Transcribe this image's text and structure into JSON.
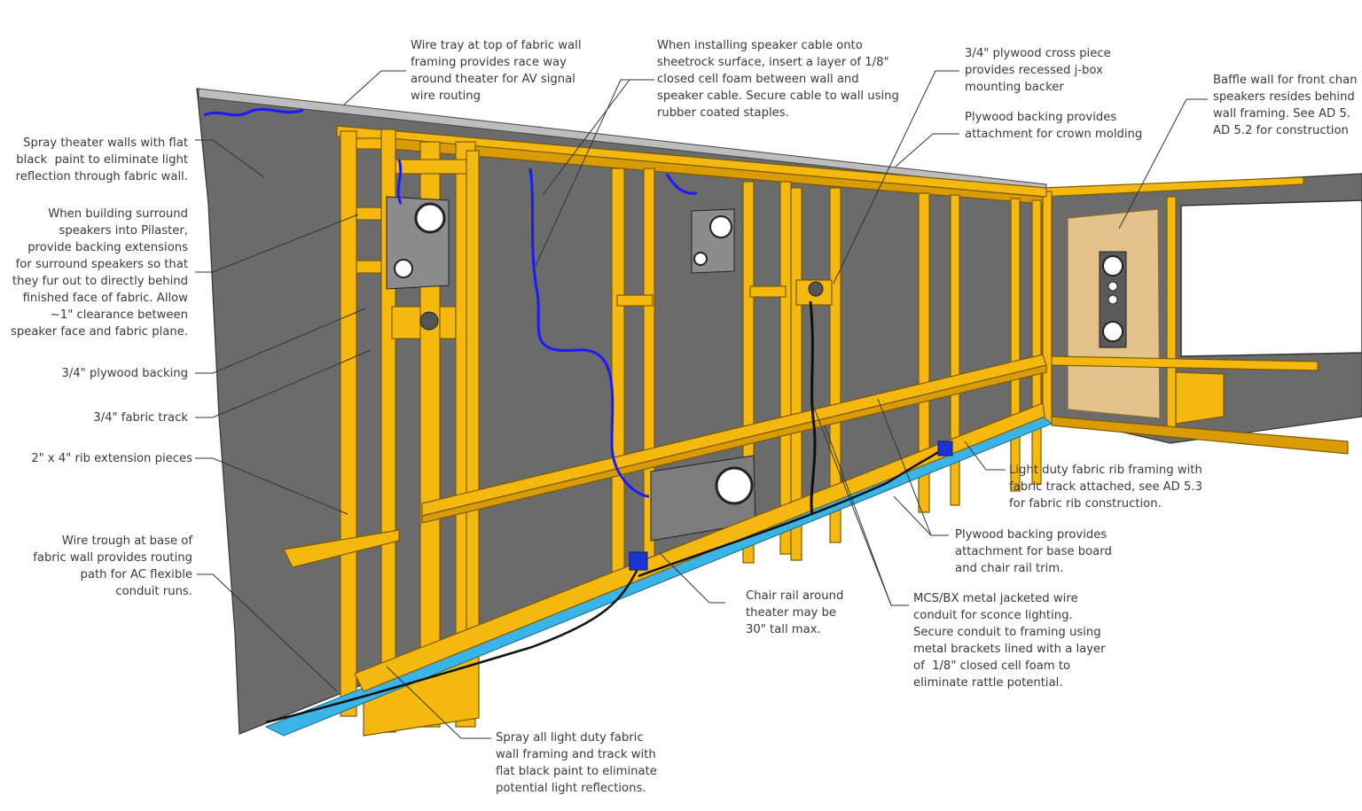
{
  "colors": {
    "wall": "#6b6b6b",
    "framing": "#f5b80e",
    "framing_shadow": "#d99b06",
    "wire_trough": "#3ab4e6",
    "speaker_cable": "#1a1aff",
    "conduit": "#111111",
    "baffle_wall": "#e3c38b",
    "junction_box": "#1a35d6"
  },
  "callouts": {
    "wire_tray": "Wire tray at top of fabric wall\nframing provides race way\naround theater for AV signal\nwire routing",
    "speaker_cable": "When installing speaker cable onto\nsheetrock surface, insert a layer of 1/8\"\nclosed cell foam between wall and\nspeaker cable. Secure cable to wall using\nrubber coated staples.",
    "plywood_cross": "3/4\" plywood cross piece\nprovides recessed j-box\nmounting backer",
    "crown_molding": "Plywood backing provides\nattachment for crown molding",
    "baffle_wall": "Baffle wall for front chan\nspeakers resides behind\nwall framing. See AD 5.\nAD 5.2 for construction",
    "spray_walls": "Spray theater walls with flat\nblack  paint to eliminate light\nreflection through fabric wall.",
    "surround_speakers": "When building surround\nspeakers into Pilaster,\nprovide backing extensions\nfor surround speakers so that\nthey fur out to directly behind\nfinished face of fabric. Allow\n~1\" clearance between\nspeaker face and fabric plane.",
    "plywood_backing": "3/4\" plywood backing",
    "fabric_track": "3/4\" fabric track",
    "rib_extension": "2\" x 4\" rib extension pieces",
    "wire_trough": "Wire trough at base of\nfabric wall provides routing\npath for AC flexible\nconduit runs.",
    "spray_framing": "Spray all light duty fabric\nwall framing and track with\nflat black paint to eliminate\npotential light reflections.",
    "chair_rail": "Chair rail around\ntheater may be\n30\" tall max.",
    "mcs_conduit": "MCS/BX metal jacketed wire\nconduit for sconce lighting.\nSecure conduit to framing using\nmetal brackets lined with a layer\nof  1/8\" closed cell foam to\neliminate rattle potential.",
    "base_board": "Plywood backing provides\nattachment for base board\nand chair rail trim.",
    "rib_framing": "Light duty fabric rib framing with\nfabric track attached, see AD 5.3\nfor fabric rib construction."
  }
}
